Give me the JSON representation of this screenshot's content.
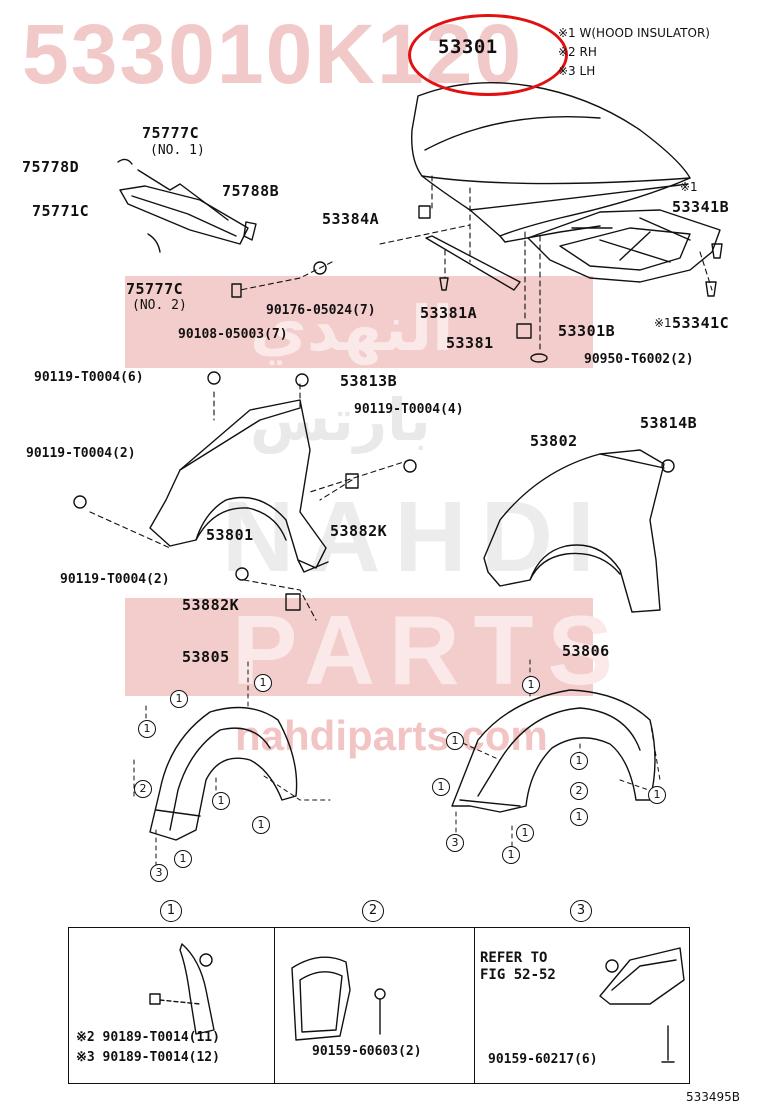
{
  "watermark": {
    "part_number": "533010K120",
    "arabic_line1": "النهدي",
    "arabic_line2": "بارتس",
    "brand_line1": "NAHDI",
    "brand_line2": "PARTS",
    "url": "nahdiparts.com"
  },
  "highlight": {
    "label": "53301",
    "color": "#e11111"
  },
  "notes": {
    "n1": "※1 W(HOOD INSULATOR)",
    "n2": "※2 RH",
    "n3": "※3 LH"
  },
  "labels": {
    "p75777c_top": "75777C",
    "p75777c_top_sub": "(NO. 1)",
    "p75778d": "75778D",
    "p75771c": "75771C",
    "p75788b": "75788B",
    "p75777c_bot": "75777C",
    "p75777c_bot_sub": "(NO. 2)",
    "p53384a": "53384A",
    "p53341b_mark": "※1",
    "p53341b": "53341B",
    "p90176": "90176-05024(7)",
    "p53381a": "53381A",
    "p90108": "90108-05003(7)",
    "p53381": "53381",
    "p53301b": "53301B",
    "p53341c_mark": "※1",
    "p53341c": "53341C",
    "p90950": "90950-T6002(2)",
    "p90119_6": "90119-T0004(6)",
    "p53813b": "53813B",
    "p90119_4": "90119-T0004(4)",
    "p53814b": "53814B",
    "p53802": "53802",
    "p90119_2a": "90119-T0004(2)",
    "p53801": "53801",
    "p53882k_a": "53882K",
    "p90119_2b": "90119-T0004(2)",
    "p53882k_b": "53882K",
    "p53805": "53805",
    "p53806": "53806"
  },
  "circle_markers": {
    "one": "1",
    "two": "2",
    "three": "3"
  },
  "detail_box": {
    "col1": {
      "marker": "1",
      "line1": "※2 90189-T0014(11)",
      "line2": "※3 90189-T0014(12)"
    },
    "col2": {
      "marker": "2",
      "line1": "90159-60603(2)"
    },
    "col3": {
      "marker": "3",
      "refer1": "REFER TO",
      "refer2": "FIG 52-52",
      "line1": "90159-60217(6)"
    }
  },
  "figure_code": "533495B"
}
